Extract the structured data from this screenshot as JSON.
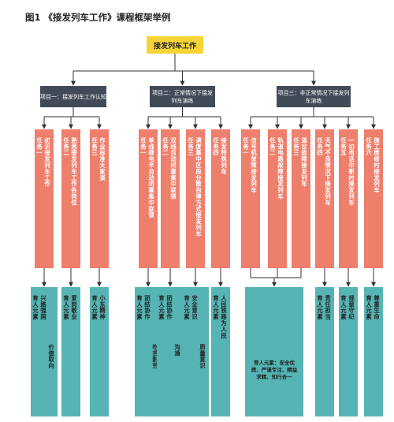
{
  "title": "图1 《接发列车工作》课程框架举例",
  "root": "接发列车工作",
  "projects": [
    {
      "label": "项目一：接发列车工作认知"
    },
    {
      "label": "项目二：正常情况下接发列车演练"
    },
    {
      "label": "项目三：非正常情况下接发列车演练"
    }
  ],
  "tasks": [
    {
      "head": "任务一",
      "body": "初识接发列车工作"
    },
    {
      "head": "任务二",
      "body": "熟悉接发列车工作各岗位"
    },
    {
      "head": "任务三",
      "body": "作业标准大家谈"
    },
    {
      "head": "任务一",
      "body": "单线继电半自动闭塞集中联锁"
    },
    {
      "head": "任务二",
      "body": "双线自动闭塞集中联锁"
    },
    {
      "head": "任务三",
      "body": "调度集中区段分散自律方式接发列车"
    },
    {
      "head": "任务四",
      "body": "接发特殊列车"
    },
    {
      "head": "任务一",
      "body": "信号机故障接发列车"
    },
    {
      "head": "任务二",
      "body": "轨道电路故障接发列车"
    },
    {
      "head": "任务三",
      "body": "道岔故障接发列车"
    },
    {
      "head": "任务四",
      "body": "天气不良情况下接发列车"
    },
    {
      "head": "任务五",
      "body": "一切电话中断时接发列车"
    },
    {
      "head": "任务六",
      "body": "施工维修时接发列车"
    }
  ],
  "values": [
    {
      "head": "育人元素",
      "body": "兴路强国",
      "body2": "价值取向"
    },
    {
      "head": "育人元素",
      "body": "爱岗敬业"
    },
    {
      "head": "育人元素",
      "body": "小东精神"
    },
    {
      "head": "育人元素",
      "body": "团结协作",
      "body2": "吃苦耐劳"
    },
    {
      "head": "育人元素",
      "body": "团结协作",
      "body2": "沟通"
    },
    {
      "head": "育人元素",
      "body": "安全意识",
      "body2": "质量意识"
    },
    {
      "head": "育人元素",
      "body": "人民铁路为人民"
    },
    {
      "head": "育人元素",
      "body": "责任担当"
    },
    {
      "head": "育人元素",
      "body": "规章守纪"
    },
    {
      "head": "育人元素",
      "body": "尊重生命"
    }
  ],
  "merged_value": "育人元素：安全优质、严谨专注、精益求精、知行合一",
  "colors": {
    "root": "#f6d437",
    "project": "#414b57",
    "task": "#ee7f6c",
    "value": "#56b4b4",
    "line": "#333333"
  }
}
